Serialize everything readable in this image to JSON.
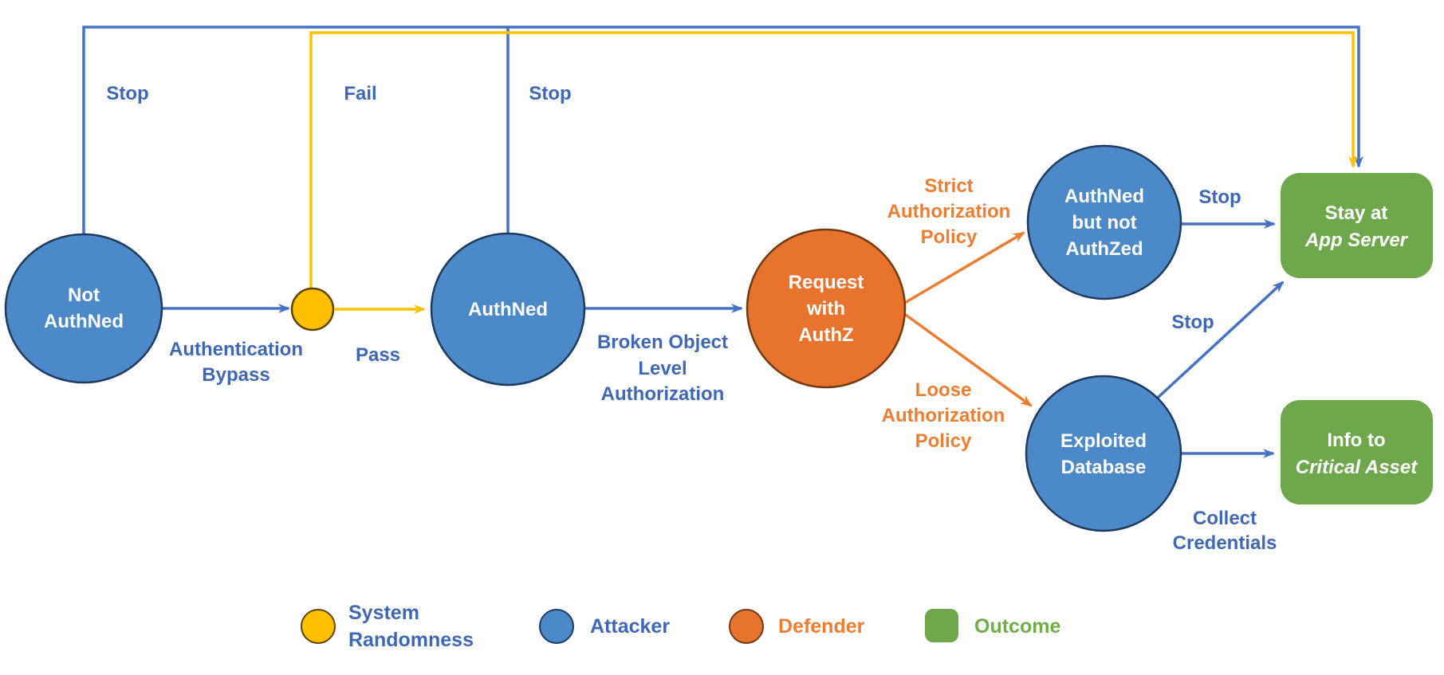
{
  "diagram": {
    "nodes": {
      "not_authned": {
        "lines": [
          "Not",
          "AuthNed"
        ]
      },
      "authned": {
        "lines": [
          "AuthNed"
        ]
      },
      "request_with_authz": {
        "lines": [
          "Request",
          "with",
          "AuthZ"
        ]
      },
      "authned_but_not_authzed": {
        "lines": [
          "AuthNed",
          "but not",
          "AuthZed"
        ]
      },
      "exploited_database": {
        "lines": [
          "Exploited",
          "Database"
        ]
      },
      "stay_at_app_server": {
        "line1": "Stay at",
        "line2": "App Server"
      },
      "info_to_critical_asset": {
        "line1": "Info to",
        "line2": "Critical Asset"
      }
    },
    "edge_labels": {
      "stop_left": "Stop",
      "fail": "Fail",
      "stop_authned": "Stop",
      "authentication_bypass": [
        "Authentication",
        "Bypass"
      ],
      "pass": "Pass",
      "broken_object_level_authorization": [
        "Broken Object",
        "Level",
        "Authorization"
      ],
      "strict_authorization_policy": [
        "Strict",
        "Authorization",
        "Policy"
      ],
      "loose_authorization_policy": [
        "Loose",
        "Authorization",
        "Policy"
      ],
      "stop_authzed_to_server": "Stop",
      "stop_exploited_to_server": "Stop",
      "collect_credentials": [
        "Collect",
        "Credentials"
      ]
    },
    "legend": {
      "items": [
        {
          "swatch": "yellow-circle",
          "label_lines": [
            "System",
            "Randomness"
          ]
        },
        {
          "swatch": "blue-circle",
          "label_lines": [
            "Attacker"
          ]
        },
        {
          "swatch": "orange-circle",
          "label_lines": [
            "Defender"
          ]
        },
        {
          "swatch": "green-square",
          "label_lines": [
            "Outcome"
          ]
        }
      ]
    },
    "colors": {
      "attacker_blue": "#4C89C8",
      "defender_orange": "#E8732D",
      "system_randomness_yellow": "#FFC000",
      "outcome_green": "#6FA84C",
      "line_blue": "#4472C4",
      "text_blue": "#3E68B5",
      "line_orange": "#ED7D31",
      "text_green": "#70AD47"
    }
  }
}
